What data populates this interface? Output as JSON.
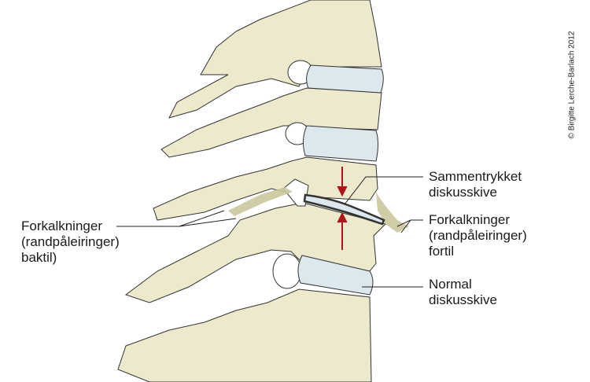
{
  "copyright": "© Birgitte Lerche-Barlach 2012",
  "labels": {
    "compressed_disc": [
      "Sammentrykket",
      "diskusskive"
    ],
    "calcification_front": [
      "Forkalkninger",
      "(randpåleiringer)",
      "fortil"
    ],
    "calcification_back": [
      "Forkalkninger",
      "(randpåleiringer)",
      "baktil)"
    ],
    "normal_disc": [
      "Normal",
      "diskusskive"
    ]
  },
  "colors": {
    "bone": "#ede9cd",
    "calcification": "#cbc69b",
    "disc": "#dde8ee",
    "arrow": "#b0141b",
    "outline": "#333333"
  }
}
